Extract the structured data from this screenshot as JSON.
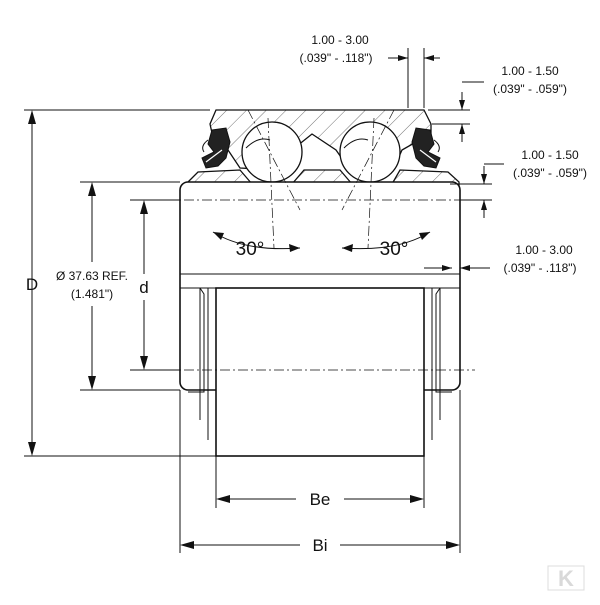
{
  "dimensions": {
    "top_clearance": {
      "mm": "1.00 - 3.00",
      "inch": "(.039\" - .118\")"
    },
    "outer_seal_offset": {
      "mm": "1.00 - 1.50",
      "inch": "(.039\" - .059\")"
    },
    "inner_seal_offset": {
      "mm": "1.00 - 1.50",
      "inch": "(.039\" - .059\")"
    },
    "side_clearance": {
      "mm": "1.00 - 3.00",
      "inch": "(.039\" - .118\")"
    },
    "reference_diameter": {
      "label": "Ø 37.63 REF.",
      "inch": "(1.481\")"
    }
  },
  "labels": {
    "outer_diameter": "D",
    "bore": "d",
    "outer_width": "Be",
    "inner_width": "Bi",
    "contact_angle_left": "30°",
    "contact_angle_right": "30°"
  },
  "logo": {
    "text": "K",
    "color": "#d9d9d9"
  }
}
